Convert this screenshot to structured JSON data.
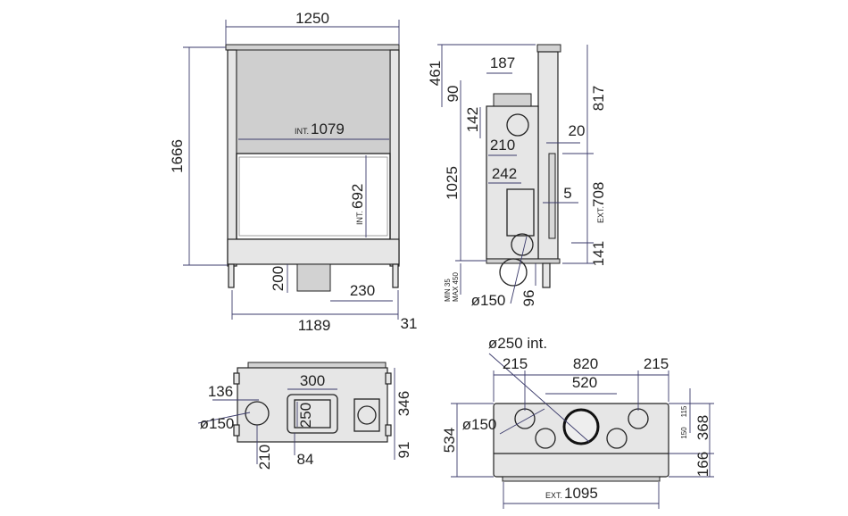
{
  "front_view": {
    "width": "1250",
    "height": "1666",
    "int_width_prefix": "INT.",
    "int_width": "1079",
    "int_height_prefix": "INT.",
    "int_height": "692",
    "flue_height": "200",
    "flue_offset": "230",
    "base_width": "1189",
    "side_offset": "31"
  },
  "side_view": {
    "top_offset": "461",
    "flue_depth": "187",
    "flue_height": "90",
    "circle_height": "142",
    "circle_depth": "210",
    "lower_depth": "242",
    "total_height": "1025",
    "top_section": "817",
    "glass_offset": "20",
    "glass_gap": "5",
    "ext_prefix": "EXT.",
    "ext_height": "708",
    "bottom": "141",
    "legs_min": "MIN 35",
    "legs_max": "MAX 450",
    "pipe_diameter": "ø150",
    "pipe_offset": "96"
  },
  "bottom_left_view": {
    "side_offset": "136",
    "outlet_width": "300",
    "outlet_inner": "250",
    "depth": "346",
    "pipe_diameter": "ø150",
    "pipe_offset": "210",
    "outlet_offset": "84",
    "front_offset": "91"
  },
  "bottom_right_view": {
    "main_diameter": "ø250 int.",
    "left_offset": "215",
    "center_span": "820",
    "right_offset": "215",
    "inner_span": "520",
    "pipe_diameter": "ø150",
    "depth": "534",
    "top_small": "115",
    "mid_small": "150",
    "right_depth": "368",
    "front_depth": "166",
    "ext_prefix": "EXT.",
    "ext_width": "1095"
  }
}
